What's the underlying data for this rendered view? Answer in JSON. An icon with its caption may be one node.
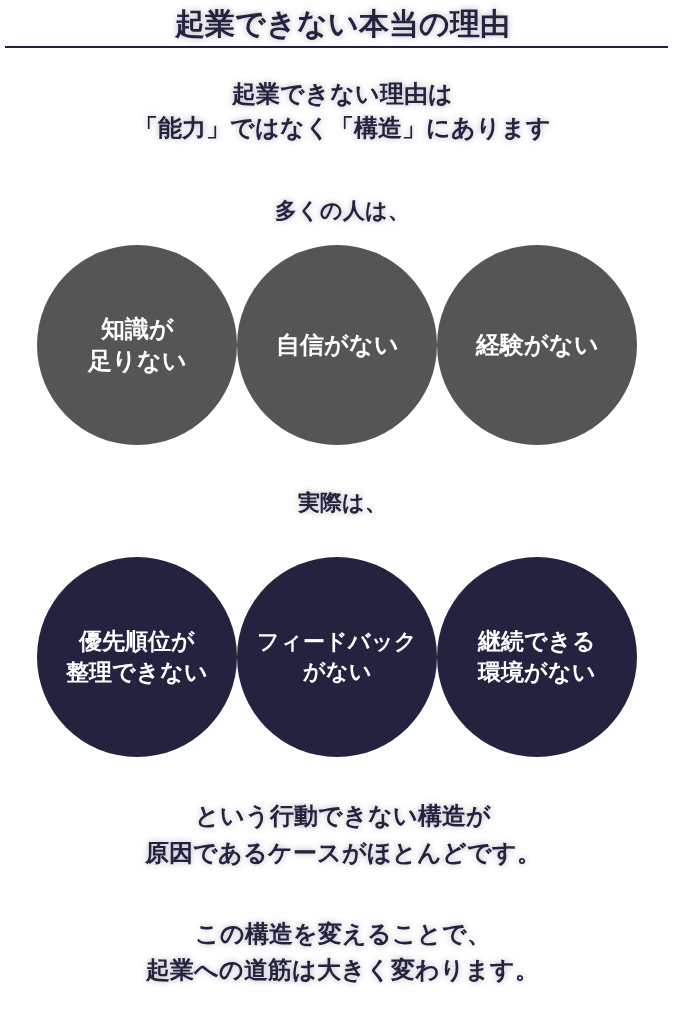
{
  "diagram": {
    "title": "起業できない本当の理由",
    "nodes": [
      {
        "text": [
          "知識が",
          "足りない"
        ]
      },
      {
        "text": [
          "自信がない"
        ]
      },
      {
        "text": [
          "経験がない"
        ]
      },
      {
        "text": [
          "優先順位が",
          "整理できない"
        ]
      },
      {
        "text": [
          "フィードバック",
          "がない"
        ]
      },
      {
        "text": [
          "継続できる",
          "環境がない"
        ]
      }
    ],
    "labels": [
      "起業できない理由は",
      "「能力」ではなく「構造」にあります",
      "多くの人は、",
      "実際は、",
      "という行動できない構造が",
      "原因であるケースがほとんどです。",
      "この構造を変えることで、",
      "起業への道筋は大きく変わります。"
    ]
  }
}
